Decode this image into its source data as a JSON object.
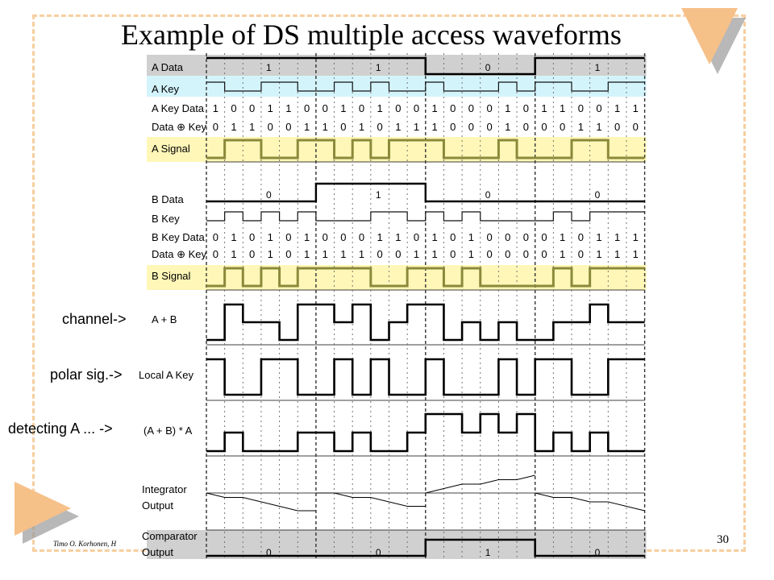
{
  "title": "Example of DS multiple access waveforms",
  "page_number": "30",
  "footer": "Timo O. Korhonen, H",
  "side_labels": [
    "channel->",
    "polar sig.->",
    "detecting A ... ->"
  ],
  "colors": {
    "yellow": "#fff7b8",
    "cyan": "#d4f4fc",
    "grey": "#d0d0d0",
    "signal": "#8a8a3a",
    "frame": "#f6cfa0",
    "accent": "#f6c089"
  },
  "rows": {
    "a_data": {
      "label": "A Data",
      "bits": [
        "1",
        "1",
        "0",
        "1"
      ],
      "wave": [
        1,
        1,
        1,
        1,
        1,
        1,
        1,
        1,
        1,
        1,
        1,
        1,
        0,
        0,
        0,
        0,
        0,
        0,
        1,
        1,
        1,
        1,
        1,
        1
      ]
    },
    "a_key": {
      "label": "A Key",
      "wave": [
        1,
        0,
        0,
        1,
        1,
        0,
        0,
        1,
        0,
        1,
        0,
        0,
        1,
        0,
        0,
        0,
        1,
        0,
        1,
        1,
        0,
        0,
        1,
        1
      ]
    },
    "a_key_data": {
      "label": "A Key Data",
      "values": [
        "1",
        "0",
        "0",
        "1",
        "1",
        "0",
        "0",
        "1",
        "0",
        "1",
        "0",
        "0",
        "1",
        "0",
        "0",
        "0",
        "1",
        "0",
        "1",
        "1",
        "0",
        "0",
        "1",
        "1"
      ]
    },
    "a_xor": {
      "label": "Data ⊕ Key",
      "values": [
        "0",
        "1",
        "1",
        "0",
        "0",
        "1",
        "1",
        "0",
        "1",
        "0",
        "1",
        "1",
        "1",
        "0",
        "0",
        "0",
        "1",
        "0",
        "0",
        "0",
        "1",
        "1",
        "0",
        "0"
      ]
    },
    "a_signal": {
      "label": "A Signal",
      "wave": [
        0,
        1,
        1,
        0,
        0,
        1,
        1,
        0,
        1,
        0,
        1,
        1,
        1,
        0,
        0,
        0,
        1,
        0,
        0,
        0,
        1,
        1,
        0,
        0
      ]
    },
    "b_data": {
      "label": "B Data",
      "bits": [
        "0",
        "1",
        "0",
        "0"
      ],
      "wave": [
        0,
        0,
        0,
        0,
        0,
        0,
        1,
        1,
        1,
        1,
        1,
        1,
        0,
        0,
        0,
        0,
        0,
        0,
        0,
        0,
        0,
        0,
        0,
        0
      ]
    },
    "b_key": {
      "label": "B Key",
      "wave": [
        0,
        1,
        0,
        1,
        0,
        1,
        0,
        0,
        0,
        1,
        1,
        0,
        1,
        0,
        1,
        0,
        0,
        0,
        0,
        1,
        0,
        1,
        1,
        1
      ]
    },
    "b_key_data": {
      "label": "B Key Data",
      "values": [
        "0",
        "1",
        "0",
        "1",
        "0",
        "1",
        "0",
        "0",
        "0",
        "1",
        "1",
        "0",
        "1",
        "0",
        "1",
        "0",
        "0",
        "0",
        "0",
        "1",
        "0",
        "1",
        "1",
        "1"
      ]
    },
    "b_xor": {
      "label": "Data ⊕ Key",
      "values": [
        "0",
        "1",
        "0",
        "1",
        "0",
        "1",
        "1",
        "1",
        "1",
        "0",
        "0",
        "1",
        "1",
        "0",
        "1",
        "0",
        "0",
        "0",
        "0",
        "1",
        "0",
        "1",
        "1",
        "1"
      ]
    },
    "b_signal": {
      "label": "B Signal",
      "wave": [
        0,
        1,
        0,
        1,
        0,
        1,
        1,
        1,
        1,
        0,
        0,
        1,
        1,
        0,
        1,
        0,
        0,
        0,
        0,
        1,
        0,
        1,
        1,
        1
      ]
    },
    "a_plus_b": {
      "label": "A + B",
      "wave": [
        0,
        2,
        1,
        1,
        0,
        2,
        2,
        1,
        2,
        0,
        1,
        2,
        2,
        0,
        1,
        0,
        1,
        0,
        0,
        1,
        1,
        2,
        1,
        1
      ]
    },
    "local_a_key": {
      "label": "Local A Key",
      "wave": [
        1,
        0,
        0,
        1,
        1,
        0,
        0,
        1,
        0,
        1,
        0,
        0,
        1,
        0,
        0,
        0,
        1,
        0,
        1,
        1,
        0,
        0,
        1,
        1
      ]
    },
    "ab_times_a": {
      "label": "(A + B) * A",
      "wave": [
        0,
        1,
        0,
        0,
        0,
        1,
        1,
        0,
        1,
        0,
        0,
        1,
        2,
        2,
        1,
        2,
        1,
        2,
        0,
        1,
        0,
        1,
        0,
        0
      ]
    },
    "integrator": {
      "label_lines": [
        "Integrator",
        "Output"
      ]
    },
    "comparator": {
      "label_lines": [
        "Comparator",
        "Output"
      ],
      "bits": [
        "0",
        "0",
        "1",
        "0"
      ],
      "wave": [
        0,
        0,
        0,
        0,
        0,
        0,
        0,
        0,
        0,
        0,
        0,
        0,
        1,
        1,
        1,
        1,
        1,
        1,
        0,
        0,
        0,
        0,
        0,
        0
      ]
    }
  }
}
